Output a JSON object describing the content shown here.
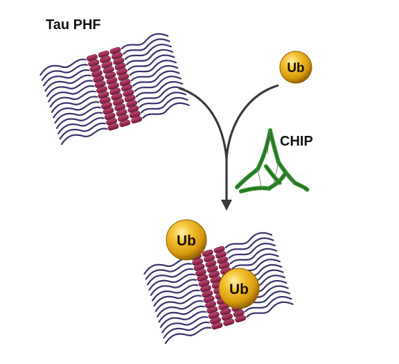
{
  "labels": {
    "tau_phf": "Tau PHF",
    "chip": "CHIP",
    "ub": "Ub"
  },
  "colors": {
    "strand": "#3b3470",
    "rod": "#9c2a52",
    "rod_highlight": "#c24876",
    "ub_gold": "#e2a20e",
    "ub_dark": "#9a6500",
    "arrow": "#3a3a3a",
    "chip_green": "#2f8a2b"
  },
  "icons": {
    "fibril": "tau-fibril-icon",
    "ubiquitin": "ubiquitin-sphere-icon",
    "chip_protein": "chip-protein-icon",
    "reaction_arrow": "converging-arrow-icon"
  }
}
